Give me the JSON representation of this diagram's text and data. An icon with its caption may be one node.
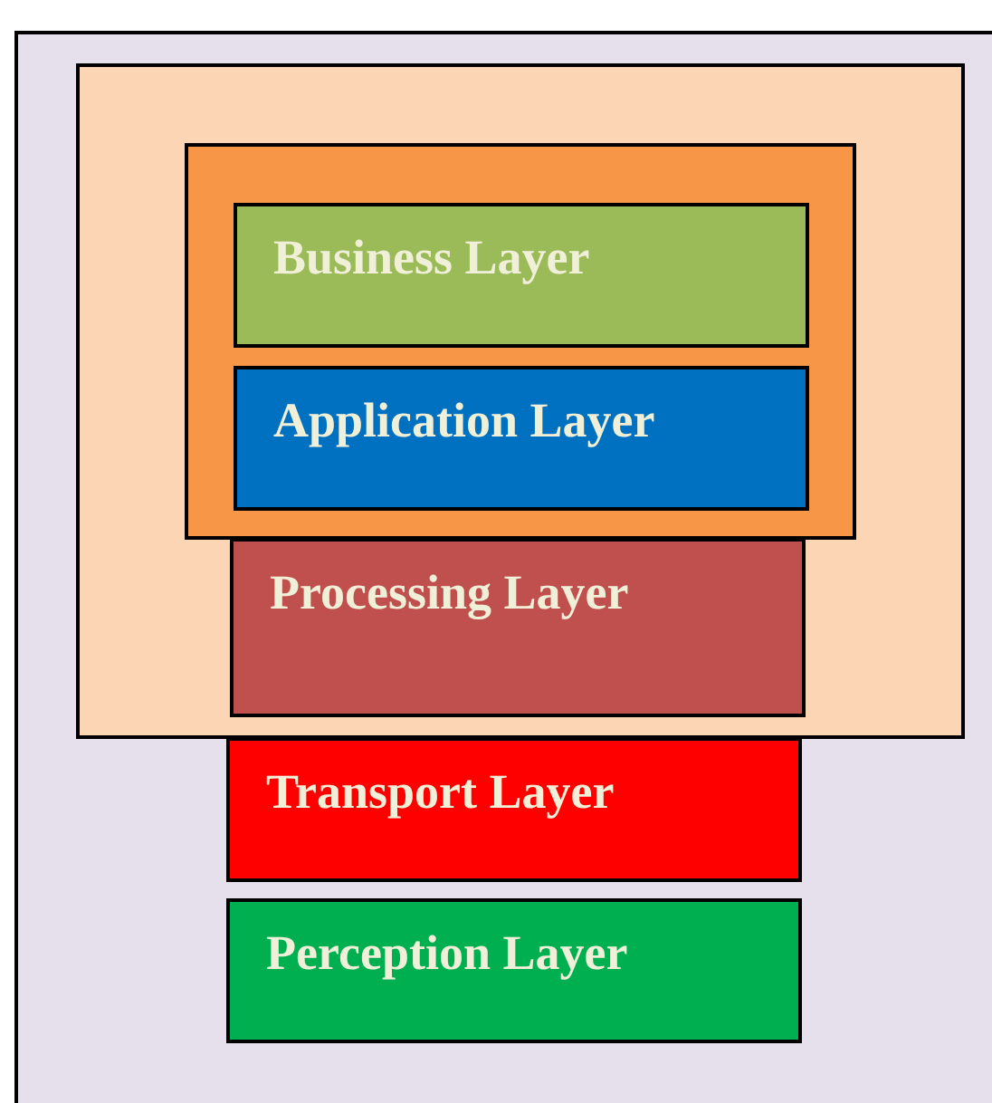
{
  "diagram": {
    "nodes": [
      {
        "text": [],
        "shape": "box"
      },
      {
        "text": [],
        "shape": "box",
        "in": 0
      },
      {
        "text": [],
        "shape": "box",
        "in": 1
      },
      {
        "text": [
          "Business Layer"
        ],
        "in": 2
      },
      {
        "text": [
          "Application Layer"
        ],
        "in": 2
      },
      {
        "text": [
          "Processing Layer"
        ],
        "in": 1
      },
      {
        "text": [
          "Transport Layer"
        ],
        "in": 0
      },
      {
        "text": [
          "Perception Layer"
        ],
        "in": 0
      }
    ]
  }
}
